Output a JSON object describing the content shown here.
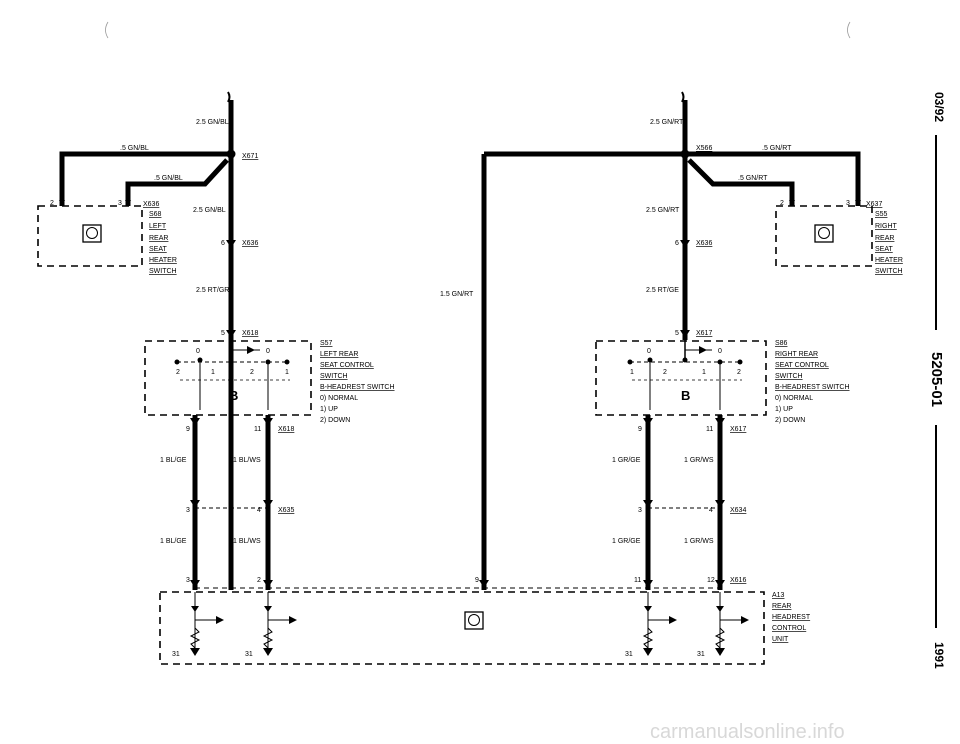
{
  "side_labels": {
    "date": "03/92",
    "code": "5205-01",
    "year": "1991"
  },
  "watermark": "carmanualsonline.info",
  "wires": {
    "left_top": "2.5 GN/BL",
    "left_branch": ".5 GN/BL",
    "left_branch2": ".5 GN/BL",
    "left_mid": "2.5 GN/BL",
    "left_lower": "2.5 RT/GR",
    "right_top": "2.5 GN/RT",
    "right_branch": ".5 GN/RT",
    "right_branch2": ".5 GN/RT",
    "right_mid": "2.5 GN/RT",
    "right_lower": "2.5 RT/GE",
    "middle": "1.5 GN/RT",
    "l_bl_ge_1": "1 BL/GE",
    "l_bl_ws_1": "1 BL/WS",
    "l_bl_ge_2": "1 BL/GE",
    "l_bl_ws_2": "1 BL/WS",
    "r_gr_ge_1": "1 GR/GE",
    "r_gr_ws_1": "1 GR/WS",
    "r_gr_ge_2": "1 GR/GE",
    "r_gr_ws_2": "1 GR/WS"
  },
  "connectors": {
    "x671": "X671",
    "x636a": "X636",
    "x636b": "X636",
    "x618a": "X618",
    "x618b": "X618",
    "x635": "X635",
    "x616": "X616",
    "x566": "X566",
    "x637": "X637",
    "x636c": "X636",
    "x617a": "X617",
    "x617b": "X617",
    "x634": "X634"
  },
  "pins": {
    "l2": "2",
    "l3": "3",
    "l6": "6",
    "l5": "5",
    "l0a": "0",
    "l0b": "0",
    "l2a": "2",
    "l1a": "1",
    "l2b": "2",
    "l1b": "1",
    "l9": "9",
    "l11": "11",
    "l3b": "3",
    "l4b": "4",
    "l3c": "3",
    "l2c": "2",
    "g9": "9",
    "r11": "11",
    "r12": "12",
    "r2": "2",
    "r3": "3",
    "r6": "6",
    "r5": "5",
    "r0a": "0",
    "r0b": "0",
    "r1a": "1",
    "r2a": "2",
    "r1b": "1",
    "r2b": "2",
    "r9": "9",
    "r11b": "11",
    "r3b": "3",
    "r4b": "4",
    "g31a": "31",
    "g31b": "31",
    "g31c": "31",
    "g31d": "31"
  },
  "components": {
    "s68": [
      "S68",
      "LEFT",
      "REAR",
      "SEAT",
      "HEATER",
      "SWITCH"
    ],
    "s55": [
      "S55",
      "RIGHT",
      "REAR",
      "SEAT",
      "HEATER",
      "SWITCH"
    ],
    "s57": [
      "S57",
      "LEFT REAR",
      "SEAT CONTROL",
      "SWITCH",
      "B-HEADREST SWITCH",
      "0) NORMAL",
      "1) UP",
      "2) DOWN"
    ],
    "s86": [
      "S86",
      "RIGHT REAR",
      "SEAT CONTROL",
      "SWITCH",
      "B-HEADREST SWITCH",
      "0) NORMAL",
      "1) UP",
      "2) DOWN"
    ],
    "a13": [
      "A13",
      "REAR",
      "HEADREST",
      "CONTROL",
      "UNIT"
    ],
    "switch_letter_left": "B",
    "switch_letter_right": "B"
  }
}
